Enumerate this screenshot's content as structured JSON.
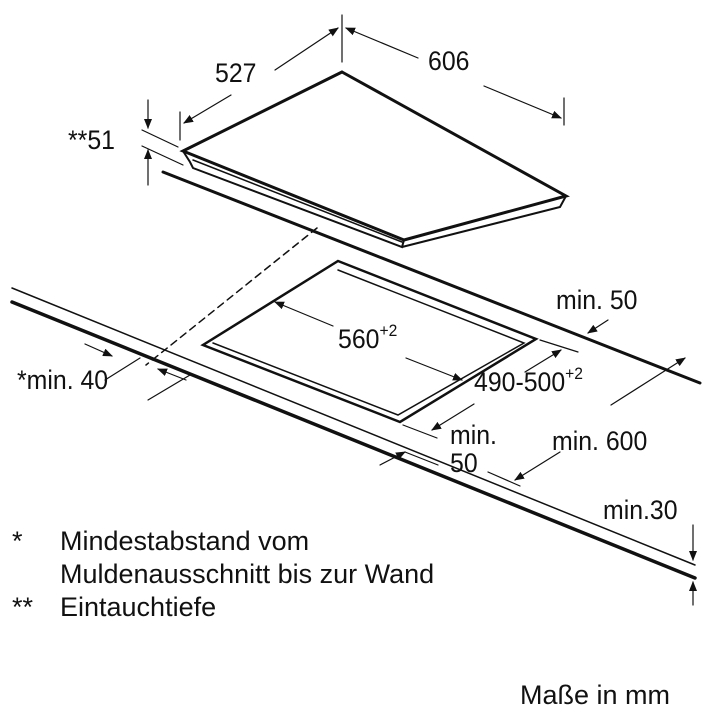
{
  "dimensions": {
    "depth": "527",
    "width": "606",
    "insertion_depth": "**51",
    "cutout_width": "560",
    "cutout_width_tol": "+2",
    "cutout_depth": "490-500",
    "cutout_depth_tol": "+2",
    "wall_min": "*min. 40",
    "back_min": "min. 50",
    "front_min_a": "min.",
    "front_min_b": "50",
    "counter_depth_min": "min. 600",
    "counter_thickness_min": "min.30"
  },
  "notes": [
    {
      "mark": "*",
      "text": "Mindestabstand vom"
    },
    {
      "mark": "",
      "text": "Muldenausschnitt bis zur Wand"
    },
    {
      "mark": "**",
      "text": "Eintauchtiefe"
    }
  ],
  "units": "Maße in mm"
}
